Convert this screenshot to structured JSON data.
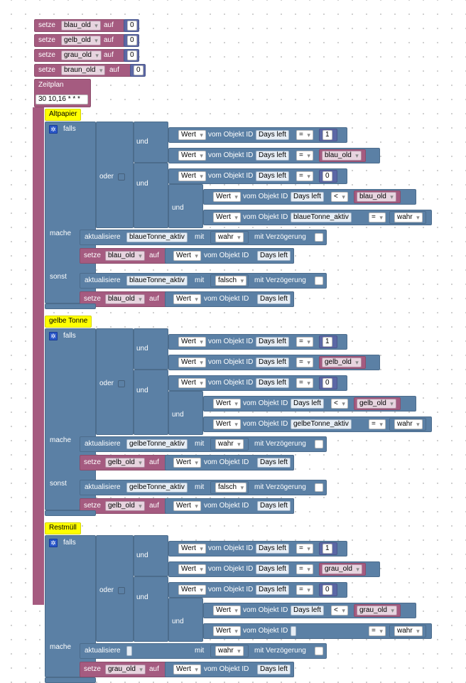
{
  "kw": {
    "setze": "setze",
    "auf": "auf",
    "zeitplan": "Zeitplan",
    "falls": "falls",
    "mache": "mache",
    "sonst": "sonst",
    "und": "und",
    "oder": "oder",
    "wert": "Wert",
    "vom_objekt_id": "vom Objekt ID",
    "days_left": "Days left",
    "eq": "=",
    "lt": "<",
    "aktualisiere": "aktualisiere",
    "mit": "mit",
    "mit_verzoegerung": "mit Verzögerung",
    "wahr": "wahr",
    "falsch": "falsch"
  },
  "init": [
    {
      "var": "blau_old",
      "value": "0"
    },
    {
      "var": "gelb_old",
      "value": "0"
    },
    {
      "var": "grau_old",
      "value": "0"
    },
    {
      "var": "braun_old",
      "value": "0"
    }
  ],
  "cron": "30 10,16 * * *",
  "sections": [
    {
      "title": "Altpapier",
      "var": "blau_old",
      "state": "blaueTonne_aktiv",
      "n1": "1",
      "n0": "0"
    },
    {
      "title": "gelbe Tonne",
      "var": "gelb_old",
      "state": "gelbeTonne_aktiv",
      "n1": "1",
      "n0": "0"
    },
    {
      "title": "Restmüll",
      "var": "grau_old",
      "state": "",
      "n1": "1",
      "n0": "0"
    }
  ],
  "colors": {
    "variables": "#a55b80",
    "logic": "#5b80a5",
    "math": "#5b67a5",
    "comment": "#ffff00",
    "mutator_icon": "#2a57c8"
  },
  "icons": {
    "mutator": "gear-icon",
    "dropdown": "chevron-down-icon",
    "checkbox": "checkbox-empty"
  }
}
